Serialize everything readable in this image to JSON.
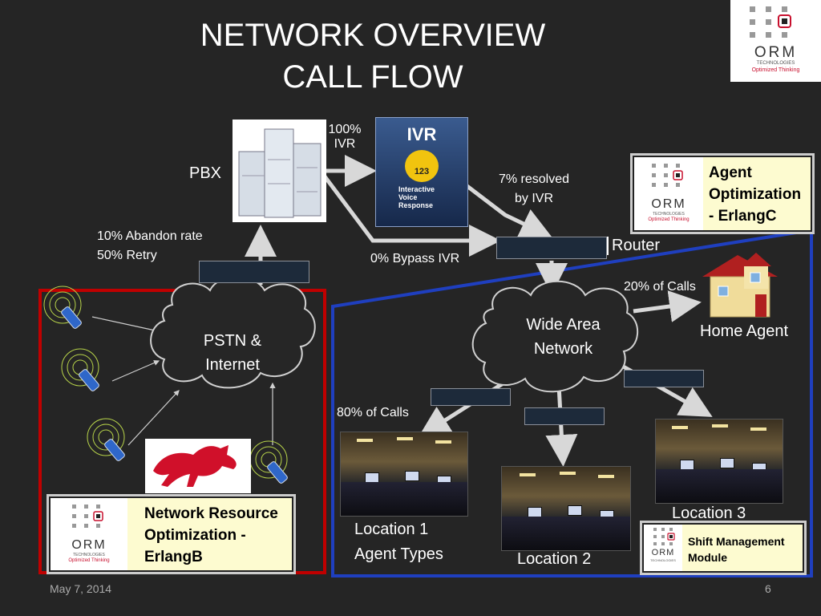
{
  "slide": {
    "title_line1": "NETWORK OVERVIEW",
    "title_line2": "CALL FLOW",
    "date": "May 7, 2014",
    "page_number": "6"
  },
  "labels": {
    "pbx": "PBX",
    "ivr_pct": "100%",
    "ivr_short": "IVR",
    "resolved_line1": "7% resolved",
    "resolved_line2": "by IVR",
    "abandon": "10%  Abandon rate",
    "retry": "50%  Retry",
    "bypass": "0% Bypass IVR",
    "router": "Router",
    "calls20": "20% of Calls",
    "home_agent": "Home Agent",
    "pstn_line1": "PSTN &",
    "pstn_line2": "Internet",
    "wan_line1": "Wide Area",
    "wan_line2": "Network",
    "calls80": "80% of Calls",
    "location1_line1": "Location 1",
    "location1_line2": "Agent Types",
    "location2": "Location 2",
    "location3": "Location 3"
  },
  "ivr_panel": {
    "heading": "IVR",
    "badge": "123",
    "line1": "Interactive",
    "line2": "Voice",
    "line3": "Response"
  },
  "logo": {
    "name": "ORM",
    "sub": "TECHNOLOGIES",
    "tagline": "Optimized Thinking"
  },
  "boxes": {
    "agent_opt": [
      "Agent",
      "Optimization",
      "- ErlangC"
    ],
    "network_res": [
      "Network Resource",
      "Optimization -",
      "ErlangB"
    ],
    "shift_mgmt": [
      "Shift Management",
      "Module"
    ]
  },
  "colors": {
    "background": "#252525",
    "red_frame": "#c00000",
    "blue_frame": "#1f3fbf",
    "logo_red": "#c8102e",
    "arrow": "#d8d8d8"
  }
}
